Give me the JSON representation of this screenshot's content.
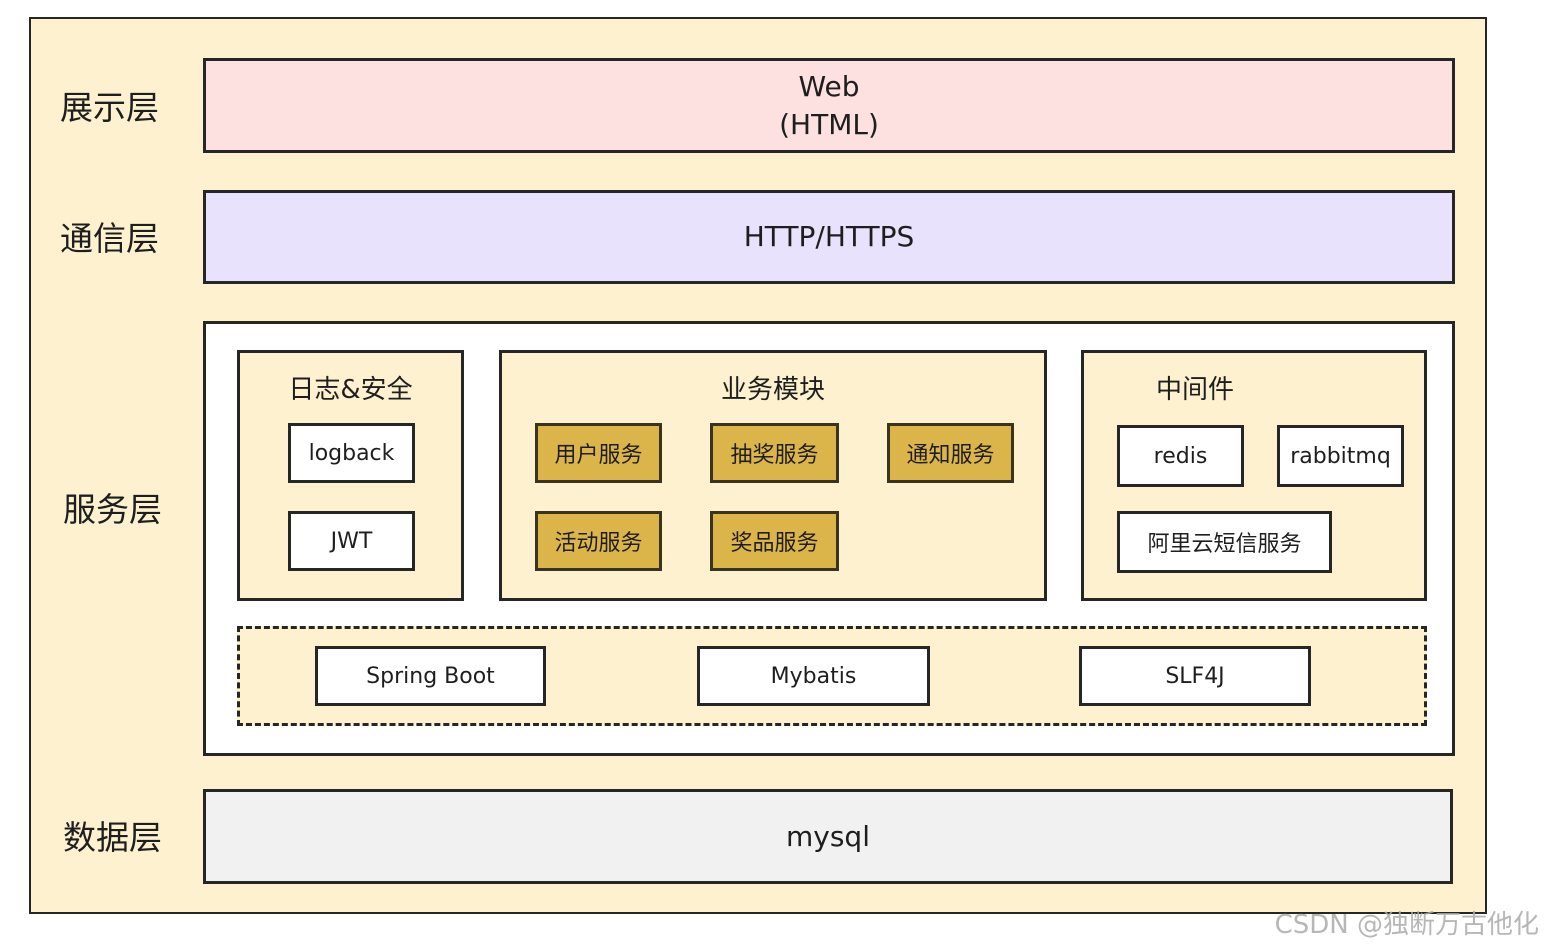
{
  "layers": {
    "presentation": {
      "label": "展示层",
      "line1": "Web",
      "line2": "(HTML)"
    },
    "communication": {
      "label": "通信层",
      "text": "HTTP/HTTPS"
    },
    "service": {
      "label": "服务层",
      "logging_security": {
        "title": "日志&安全",
        "items": [
          "logback",
          "JWT"
        ]
      },
      "business": {
        "title": "业务模块",
        "items": [
          "用户服务",
          "抽奖服务",
          "通知服务",
          "活动服务",
          "奖品服务"
        ]
      },
      "middleware": {
        "title": "中间件",
        "items": [
          "redis",
          "rabbitmq",
          "阿里云短信服务"
        ]
      },
      "frameworks": {
        "items": [
          "Spring Boot",
          "Mybatis",
          "SLF4J"
        ]
      }
    },
    "data": {
      "label": "数据层",
      "text": "mysql"
    }
  },
  "watermark": "CSDN @独断万古他化",
  "colors": {
    "background": "#fdf1d0",
    "presentation": "#fde1e1",
    "communication": "#e9e2fd",
    "data": "#f1f1f1",
    "business_chip": "#dcb54a"
  }
}
